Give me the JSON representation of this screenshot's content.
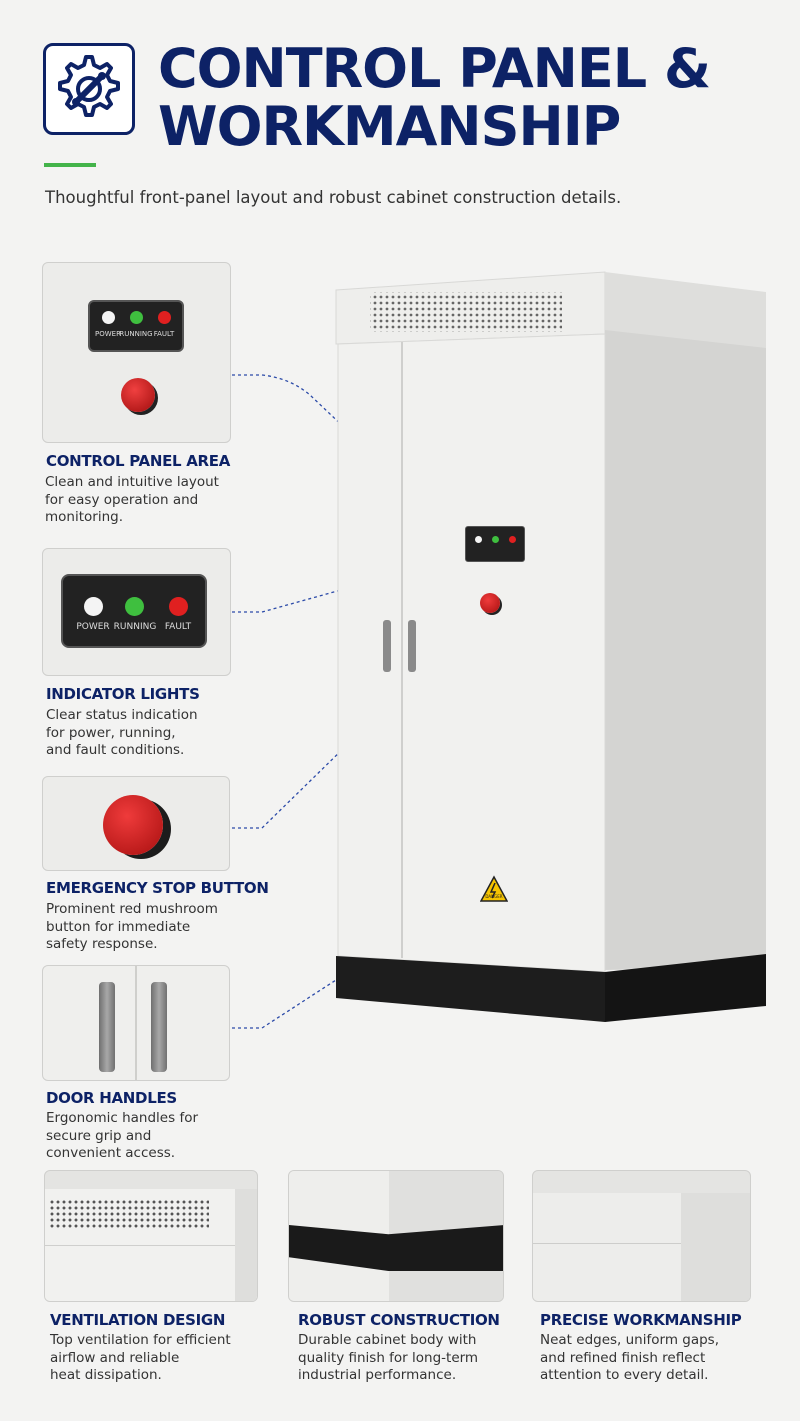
{
  "header": {
    "title_line1": "CONTROL PANEL &",
    "title_line2": "WORKMANSHIP",
    "subtitle": "Thoughtful front-panel layout and robust cabinet construction details.",
    "accent_color": "#43b34a",
    "brand_color": "#0d2266",
    "logo_icon": "gear-wrench-icon"
  },
  "features": [
    {
      "title": "CONTROL PANEL AREA",
      "desc": [
        "Clean and intuitive layout",
        "for easy operation and",
        "monitoring."
      ]
    },
    {
      "title": "INDICATOR LIGHTS",
      "desc": [
        "Clear status indication",
        "for power, running,",
        "and fault conditions."
      ]
    },
    {
      "title": "EMERGENCY STOP BUTTON",
      "desc": [
        "Prominent red mushroom",
        "button for immediate",
        "safety response."
      ]
    },
    {
      "title": "DOOR HANDLES",
      "desc": [
        "Ergonomic handles for",
        "secure grip and",
        "convenient access."
      ]
    }
  ],
  "bottom_features": [
    {
      "title": "VENTILATION DESIGN",
      "desc": [
        "Top ventilation for efficient",
        "airflow and reliable",
        "heat dissipation."
      ]
    },
    {
      "title": "ROBUST CONSTRUCTION",
      "desc": [
        "Durable cabinet body with",
        "quality finish for long-term",
        "industrial performance."
      ]
    },
    {
      "title": "PRECISE WORKMANSHIP",
      "desc": [
        "Neat edges, uniform gaps,",
        "and refined finish reflect",
        "attention to every detail."
      ]
    }
  ],
  "indicator_labels": {
    "power": "POWER",
    "running": "RUNNING",
    "fault": "FAULT"
  },
  "warning_label": "DANGER",
  "light_colors": {
    "power": "#f4f4f4",
    "running": "#3fbf3f",
    "fault": "#e02020"
  }
}
